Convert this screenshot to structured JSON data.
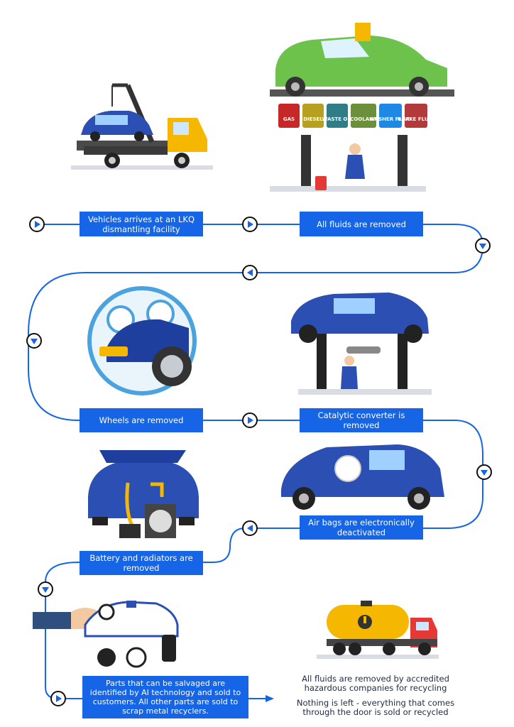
{
  "steps": [
    {
      "label": "Vehicles arrives at an LKQ dismantling facility"
    },
    {
      "label": "All fluids are removed"
    },
    {
      "label": "Wheels are removed"
    },
    {
      "label": "Catalytic converter is removed"
    },
    {
      "label": "Air bags are electronically deactivated"
    },
    {
      "label": "Battery and radiators are removed"
    },
    {
      "label": "Parts that can be salvaged are identified by AI technology and sold to customers. All other parts are sold to scrap metal recyclers."
    }
  ],
  "fluid_labels": [
    "GAS",
    "DIESEL",
    "WASTE OIL",
    "COOLANT",
    "WASHER FLUID",
    "BRAKE FLUID"
  ],
  "notes": {
    "hazardous": "All fluids are removed by accredited hazardous companies for recycling",
    "nothing_left": "Nothing is left - everything that comes through the door is sold or recycled"
  },
  "colors": {
    "accent_blue": "#1565e6",
    "car_blue": "#2b4fb3",
    "car_green": "#6cc24a",
    "truck_yellow": "#f5b700",
    "tanker_red": "#e53935"
  }
}
